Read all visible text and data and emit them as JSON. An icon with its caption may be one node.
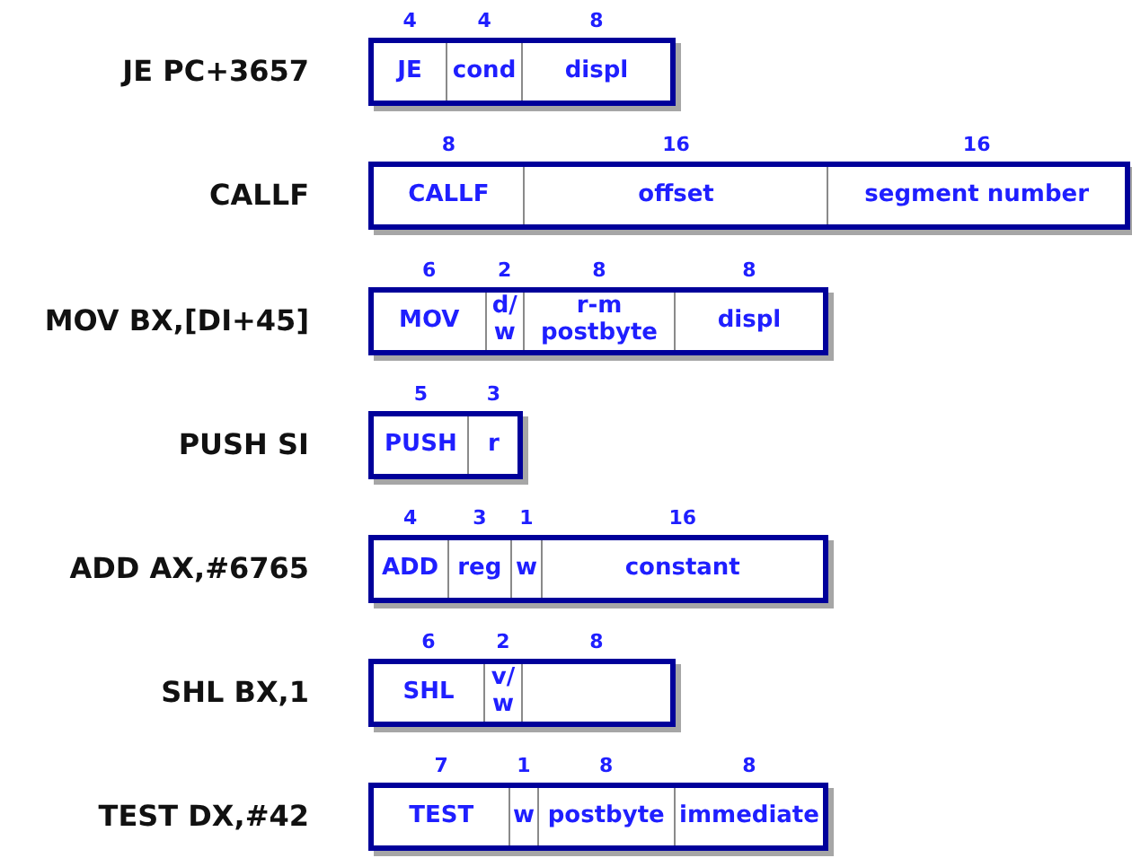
{
  "diagram": {
    "nodes": [
      {
        "text": [],
        "shape": "box",
        "beside": [
          "JE PC+3657"
        ]
      },
      {
        "text": [
          "JE"
        ],
        "in": 0,
        "beside": [
          "4"
        ]
      },
      {
        "text": [
          "cond"
        ],
        "in": 0,
        "beside": [
          "4"
        ]
      },
      {
        "text": [
          "displ"
        ],
        "in": 0,
        "beside": [
          "8"
        ]
      },
      {
        "text": [],
        "shape": "box",
        "beside": [
          "CALLF"
        ]
      },
      {
        "text": [
          "CALLF"
        ],
        "in": 4,
        "beside": [
          "8"
        ]
      },
      {
        "text": [
          "offset"
        ],
        "in": 4,
        "beside": [
          "16"
        ]
      },
      {
        "text": [
          "segment number"
        ],
        "in": 4,
        "beside": [
          "16"
        ]
      },
      {
        "text": [],
        "shape": "box",
        "beside": [
          "MOV BX,[DI+45]"
        ]
      },
      {
        "text": [
          "MOV"
        ],
        "in": 8,
        "beside": [
          "6"
        ]
      },
      {
        "text": [
          "d/w"
        ],
        "in": 8,
        "beside": [
          "2"
        ]
      },
      {
        "text": [
          "r-m postbyte"
        ],
        "in": 8,
        "beside": [
          "8"
        ]
      },
      {
        "text": [
          "displ"
        ],
        "in": 8,
        "beside": [
          "8"
        ]
      },
      {
        "text": [],
        "shape": "box",
        "beside": [
          "PUSH SI"
        ]
      },
      {
        "text": [
          "PUSH"
        ],
        "in": 13,
        "beside": [
          "5"
        ]
      },
      {
        "text": [
          "r"
        ],
        "in": 13,
        "beside": [
          "3"
        ]
      },
      {
        "text": [],
        "shape": "box",
        "beside": [
          "ADD AX,#6765"
        ]
      },
      {
        "text": [
          "ADD"
        ],
        "in": 16,
        "beside": [
          "4"
        ]
      },
      {
        "text": [
          "reg"
        ],
        "in": 16,
        "beside": [
          "3"
        ]
      },
      {
        "text": [
          "w"
        ],
        "in": 16,
        "beside": [
          "1"
        ]
      },
      {
        "text": [
          "constant"
        ],
        "in": 16,
        "beside": [
          "16"
        ]
      },
      {
        "text": [],
        "shape": "box",
        "beside": [
          "SHL BX,1"
        ]
      },
      {
        "text": [
          "SHL"
        ],
        "in": 21,
        "beside": [
          "6"
        ]
      },
      {
        "text": [
          "v/w"
        ],
        "in": 21,
        "beside": [
          "2"
        ]
      },
      {
        "text": [],
        "shape": "box",
        "in": 21,
        "beside": [
          "8"
        ]
      },
      {
        "text": [],
        "shape": "box",
        "beside": [
          "TEST DX,#42"
        ]
      },
      {
        "text": [
          "TEST"
        ],
        "in": 25,
        "beside": [
          "7"
        ]
      },
      {
        "text": [
          "w"
        ],
        "in": 25,
        "beside": [
          "1"
        ]
      },
      {
        "text": [
          "postbyte"
        ],
        "in": 25,
        "beside": [
          "8"
        ]
      },
      {
        "text": [
          "immediate"
        ],
        "in": 25,
        "beside": [
          "8"
        ]
      }
    ]
  }
}
